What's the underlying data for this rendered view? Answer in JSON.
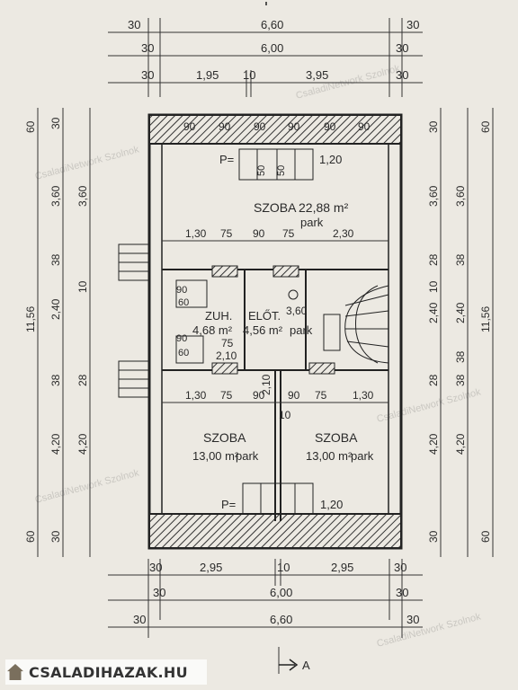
{
  "plan": {
    "dims_top": {
      "row1": [
        "30",
        "6,60",
        "30"
      ],
      "row2": [
        "30",
        "6,00",
        "30"
      ],
      "row3": [
        "30",
        "1,95",
        "10",
        "3,95",
        "30"
      ]
    },
    "dims_bottom": {
      "row1": [
        "30",
        "2,95",
        "10",
        "2,95",
        "30"
      ],
      "row2": [
        "30",
        "6,00",
        "30"
      ],
      "row3": [
        "30",
        "6,60",
        "30"
      ]
    },
    "dims_left_outer": [
      "60",
      "3,60",
      "11,56",
      "4,20",
      "60"
    ],
    "dims_left_inner": [
      "30",
      "3,60",
      "38",
      "2,40",
      "10",
      "38",
      "28",
      "4,20",
      "30"
    ],
    "dims_right_inner": [
      "30",
      "3,60",
      "28",
      "10",
      "2,40",
      "28",
      "38",
      "4,20",
      "30"
    ],
    "dims_right_outer": [
      "60",
      "3,60",
      "38",
      "2,40",
      "11,56",
      "38",
      "4,20",
      "60"
    ],
    "balcony_dims": [
      "90",
      "90",
      "90",
      "90",
      "90",
      "90"
    ],
    "top_room": {
      "name": "SZOBA",
      "area": "22,88 m²",
      "floor": "park"
    },
    "mid_dims_upper": [
      "1,30",
      "75",
      "90",
      "75",
      "2,30"
    ],
    "mid_dims_lower": [
      "1,30",
      "75",
      "90",
      "90",
      "75",
      "1,30"
    ],
    "bath": {
      "name": "ZUH.",
      "area": "4,68 m²"
    },
    "hall": {
      "name": "ELŐT.",
      "area": "4,56 m²",
      "floor": "park",
      "extra": "3,60"
    },
    "bottom_left_room": {
      "name": "SZOBA",
      "area": "13,00 m²",
      "floor": "park"
    },
    "bottom_right_room": {
      "name": "SZOBA",
      "area": "13,00 m²",
      "floor": "park"
    },
    "p_labels": [
      "P=",
      "P="
    ],
    "window_dims_top": [
      "1,20"
    ],
    "window_dims_bottom": [
      "1,20"
    ],
    "small_dims": [
      "50",
      "50",
      "60",
      "60",
      "90",
      "90",
      "2,10",
      "2,10",
      "75",
      "10"
    ],
    "section_marker": "A"
  },
  "watermark": "CsaladiNetwork Szolnok",
  "logo": {
    "text": "CSALADIHAZAK.HU"
  }
}
